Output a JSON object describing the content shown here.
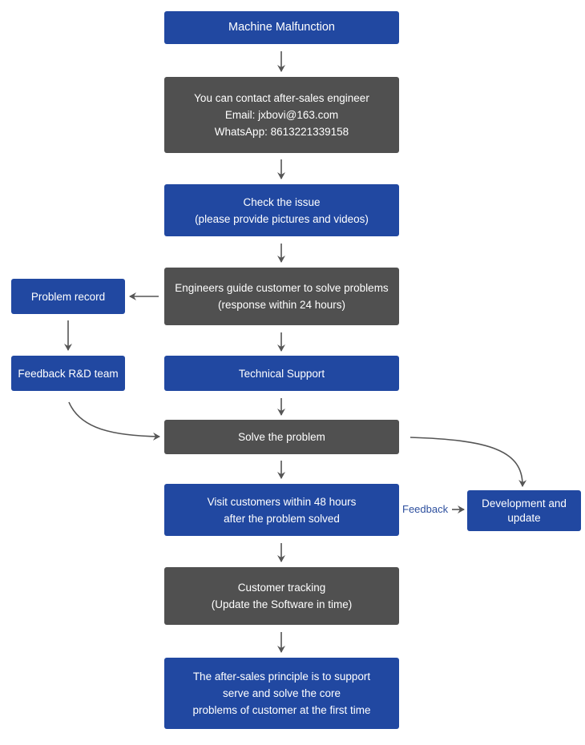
{
  "colors": {
    "blue": "#2148a1",
    "gray": "#505050",
    "arrow": "#555555",
    "feedback_text": "#2d4f9e"
  },
  "nodes": {
    "malfunction": {
      "lines": [
        "Machine Malfunction"
      ]
    },
    "contact": {
      "lines": [
        "You can contact after-sales engineer",
        "Email: jxbovi@163.com",
        "WhatsApp: 8613221339158"
      ]
    },
    "check": {
      "lines": [
        "Check the issue",
        "(please provide pictures and videos)"
      ]
    },
    "guide": {
      "lines": [
        "Engineers guide customer to solve problems",
        "(response within 24 hours)"
      ]
    },
    "problem_record": {
      "lines": [
        "Problem record"
      ]
    },
    "feedback_rd": {
      "lines": [
        "Feedback R&D team"
      ]
    },
    "tech_support": {
      "lines": [
        "Technical Support"
      ]
    },
    "solve": {
      "lines": [
        "Solve the problem"
      ]
    },
    "visit": {
      "lines": [
        "Visit customers within 48 hours",
        "after the problem solved"
      ]
    },
    "development": {
      "lines": [
        "Development and",
        "update"
      ]
    },
    "tracking": {
      "lines": [
        "Customer tracking",
        "(Update the Software in time)"
      ]
    },
    "principle": {
      "lines": [
        "The after-sales principle is to support",
        "serve and solve the core",
        "problems of customer at the first time"
      ]
    }
  },
  "edge_labels": {
    "feedback": "Feedback"
  }
}
